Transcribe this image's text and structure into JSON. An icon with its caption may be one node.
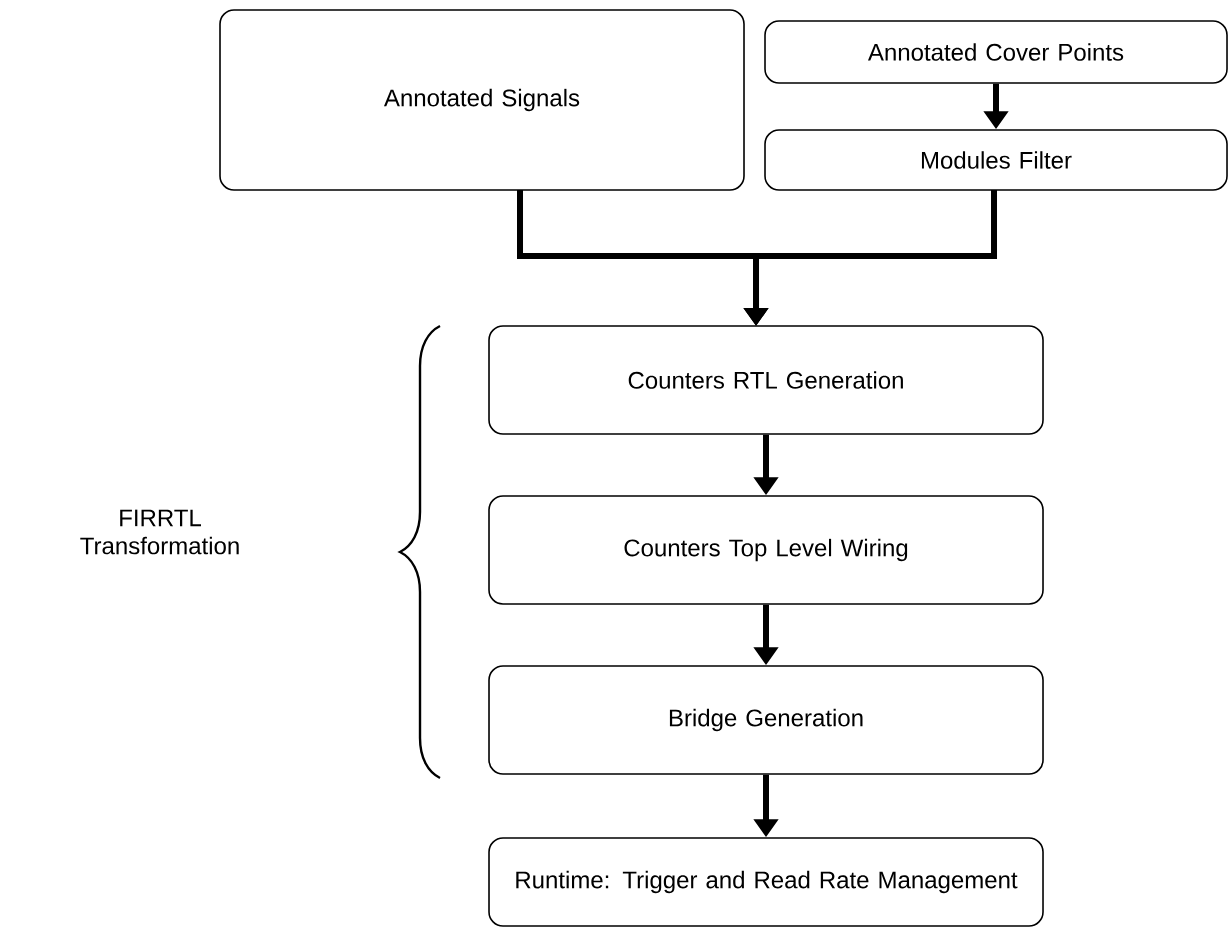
{
  "diagram": {
    "nodes": [
      {
        "text": [
          "Annotated Signals"
        ]
      },
      {
        "text": [
          "Annotated Cover Points"
        ]
      },
      {
        "text": [
          "Modules Filter"
        ]
      },
      {
        "text": [
          "Counters RTL Generation"
        ]
      },
      {
        "text": [
          "Counters Top Level Wiring"
        ]
      },
      {
        "text": [
          "Bridge Generation"
        ]
      },
      {
        "text": [
          "Runtime: Trigger and Read Rate Management"
        ]
      }
    ],
    "edges": [
      {
        "from": 1,
        "to": 2,
        "arrow": "to"
      },
      {
        "from": 0,
        "to": 3,
        "arrow": "to"
      },
      {
        "from": 2,
        "to": 3,
        "arrow": "to"
      },
      {
        "from": 3,
        "to": 4,
        "arrow": "to"
      },
      {
        "from": 4,
        "to": 5,
        "arrow": "to"
      },
      {
        "from": 5,
        "to": 6,
        "arrow": "to"
      }
    ],
    "labels": [
      "FIRRTL Transformation"
    ]
  }
}
